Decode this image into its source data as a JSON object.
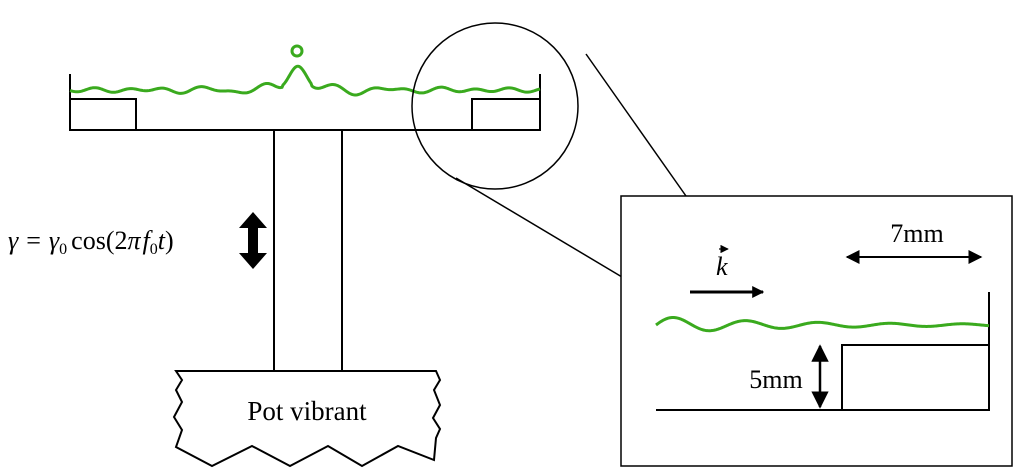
{
  "diagram": {
    "formula": {
      "gamma": "γ",
      "equals": "=",
      "gamma0": "γ",
      "gamma0_sub": "0",
      "cos_open": "cos(2",
      "pi": "π",
      "f0": "f",
      "f0_sub": "0",
      "t": "t",
      "close": ")"
    },
    "shaker_label": "Pot vibrant",
    "wave_vector_label": "k",
    "width_label": "7mm",
    "depth_label": "5mm",
    "colors": {
      "wave": "#3aaa1e",
      "line": "#000000",
      "background": "#ffffff"
    }
  }
}
